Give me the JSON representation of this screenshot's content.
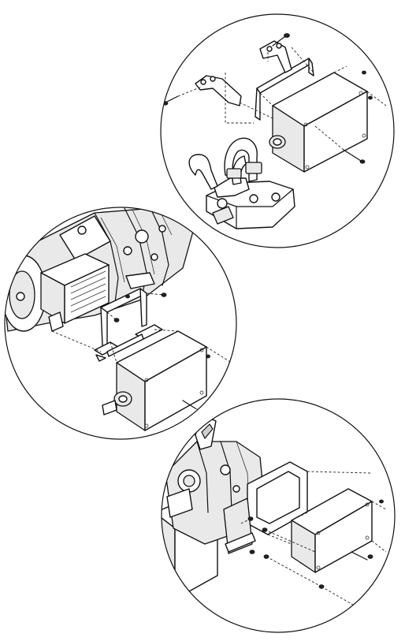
{
  "figure": {
    "panels": [
      {
        "name": "top-right-detail"
      },
      {
        "name": "middle-left-detail"
      },
      {
        "name": "bottom-right-detail"
      }
    ]
  }
}
